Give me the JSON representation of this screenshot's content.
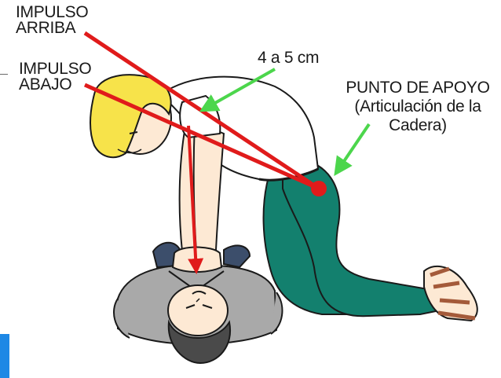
{
  "labels": {
    "impulse_up": [
      "IMPULSO",
      "ARRIBA"
    ],
    "impulse_down": [
      "IMPULSO",
      "ABAJO"
    ],
    "depth": "4 a 5 cm",
    "pivot": [
      "PUNTO DE APOYO",
      "(Articulación de la",
      "Cadera)"
    ]
  },
  "colors": {
    "arrow_red": "#e01b1b",
    "arrow_green": "#4cd64c",
    "hair_yellow": "#f7e34a",
    "pants_teal": "#13806e",
    "patient_shirt": "#a9a9a9",
    "sandal": "#a45a3a",
    "corner_blue": "#1e88e5"
  }
}
